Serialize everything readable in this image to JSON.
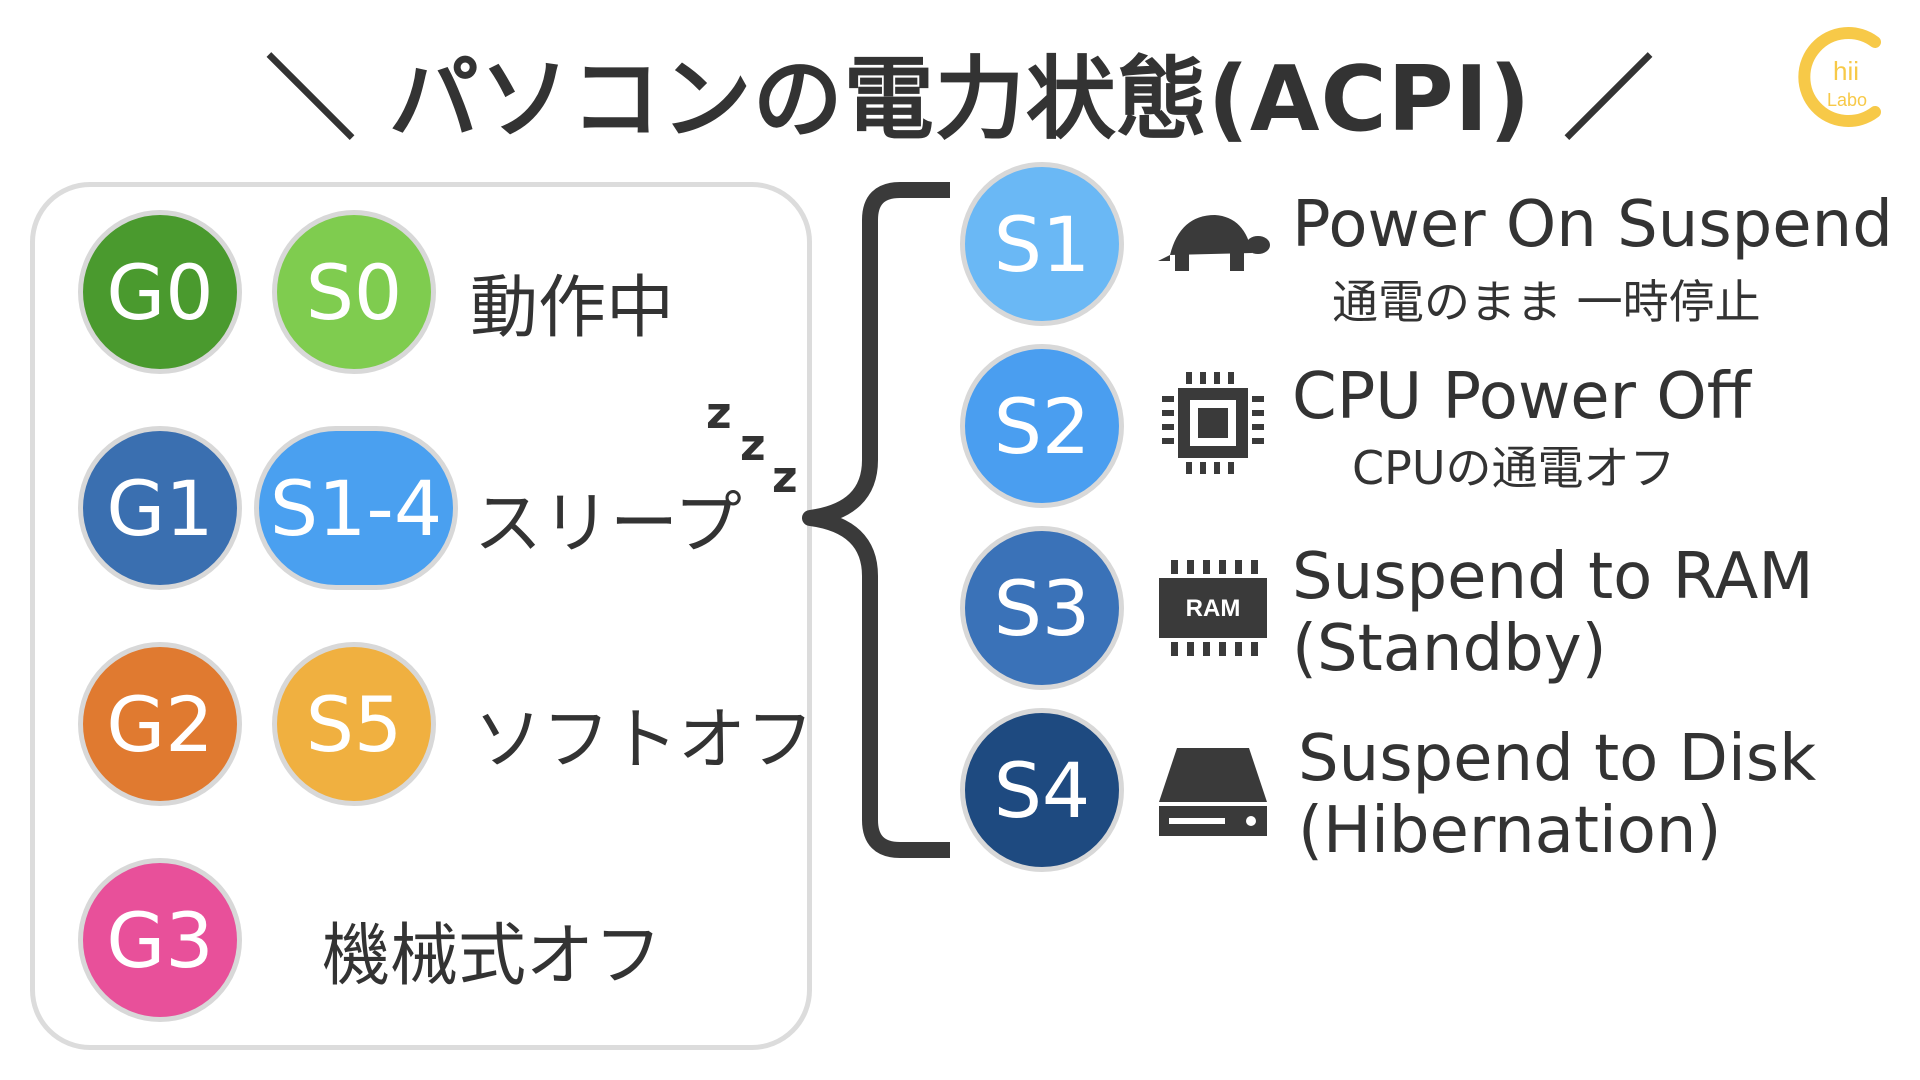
{
  "title": "＼ パソコンの電力状態(ACPI) ／",
  "logo": {
    "text_top": "hii",
    "text_bottom": "Labo"
  },
  "global_states": [
    {
      "g": "G0",
      "g_color": "#4a9a2e",
      "s": "S0",
      "s_color": "#7fcc4f",
      "label": "動作中"
    },
    {
      "g": "G1",
      "g_color": "#3a6fb0",
      "s": "S1-4",
      "s_color": "#4aa0f0",
      "label": "スリープ"
    },
    {
      "g": "G2",
      "g_color": "#e07a30",
      "s": "S5",
      "s_color": "#f0b040",
      "label": "ソフトオフ"
    },
    {
      "g": "G3",
      "g_color": "#e8509a",
      "label": "機械式オフ"
    }
  ],
  "zzz": "z",
  "sleep_states": [
    {
      "s": "S1",
      "color": "#6ab8f5",
      "icon": "turtle-icon",
      "name": "Power On Suspend",
      "desc": "通電のまま 一時停止"
    },
    {
      "s": "S2",
      "color": "#4a9ef0",
      "icon": "cpu-icon",
      "name": "CPU Power Off",
      "desc": "CPUの通電オフ"
    },
    {
      "s": "S3",
      "color": "#3a72b8",
      "icon": "ram-icon",
      "name": "Suspend to RAM",
      "desc": "(Standby)",
      "icon_text": "RAM"
    },
    {
      "s": "S4",
      "color": "#1e4a80",
      "icon": "hdd-icon",
      "name": "Suspend to Disk",
      "desc": "(Hibernation)"
    }
  ]
}
